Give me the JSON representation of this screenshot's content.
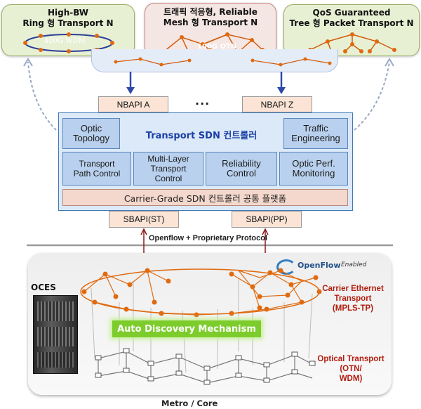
{
  "top_clouds": [
    {
      "title": "High-BW\nRing 형 Transport N",
      "link_label": "400G WDM"
    },
    {
      "title": "트래픽 적응형, Reliable\nMesh 형 Transport N",
      "link_label": "100G OTN"
    },
    {
      "title": "QoS Guaranteed\nTree 형 Packet Transport N",
      "link_label": ""
    }
  ],
  "nbapi": {
    "left": "NBAPI A",
    "ellipsis": "···",
    "right": "NBAPI Z"
  },
  "controller": {
    "title": "Transport SDN 컨트롤러",
    "optic_topology": "Optic\nTopology",
    "traffic_engineering": "Traffic\nEngineering",
    "modules": [
      "Transport\nPath Control",
      "Multi-Layer\nTransport\nControl",
      "Reliability\nControl",
      "Optic Perf.\nMonitoring"
    ],
    "platform": "Carrier-Grade SDN 컨트롤러 공통 플랫폼"
  },
  "sbapi": {
    "left": "SBAPI(ST)",
    "right": "SBAPI(PP)"
  },
  "protocol_label": "Openflow + Proprietary Protocol",
  "openflow_logo": {
    "word": "OpenFlow",
    "suffix": "Enabled"
  },
  "infra": {
    "oces_label": "OCES",
    "auto_discovery": "Auto Discovery Mechanism",
    "carrier_ethernet": "Carrier Ethernet\nTransport\n(MPLS-TP)",
    "optical_transport": "Optical Transport\n(OTN/\nWDM)"
  },
  "footer": "Metro / Core",
  "colors": {
    "orange_node": "#e06a10",
    "controller_fill": "#dbe9f8",
    "controller_border": "#3f78b8",
    "green": "#7ccc2c",
    "red_text": "#b21d0f"
  }
}
